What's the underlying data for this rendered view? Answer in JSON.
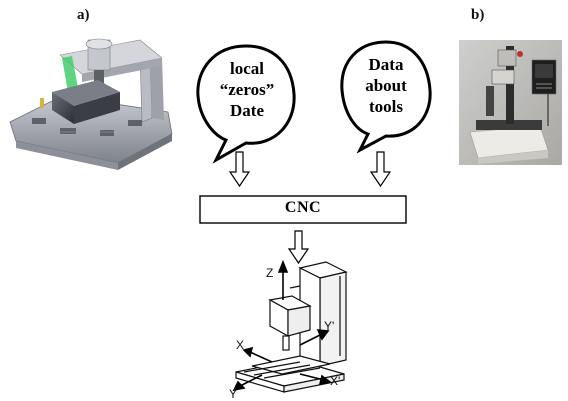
{
  "panel_a_label": "a)",
  "panel_b_label": "b)",
  "bubble_left": {
    "line1": "local",
    "line2": "“zeros”",
    "line3": "Date"
  },
  "bubble_right": {
    "line1": "Data",
    "line2": "about",
    "line3": "tools"
  },
  "cnc_label": "CNC",
  "axes": {
    "z": "Z",
    "x": "X",
    "x_prime": "X'",
    "y": "Y",
    "y_prime": "Y'"
  },
  "colors": {
    "machine_table": "#8c8f97",
    "green_beam": "#3fcf6a",
    "presetter_body": "#e8e6e0"
  }
}
